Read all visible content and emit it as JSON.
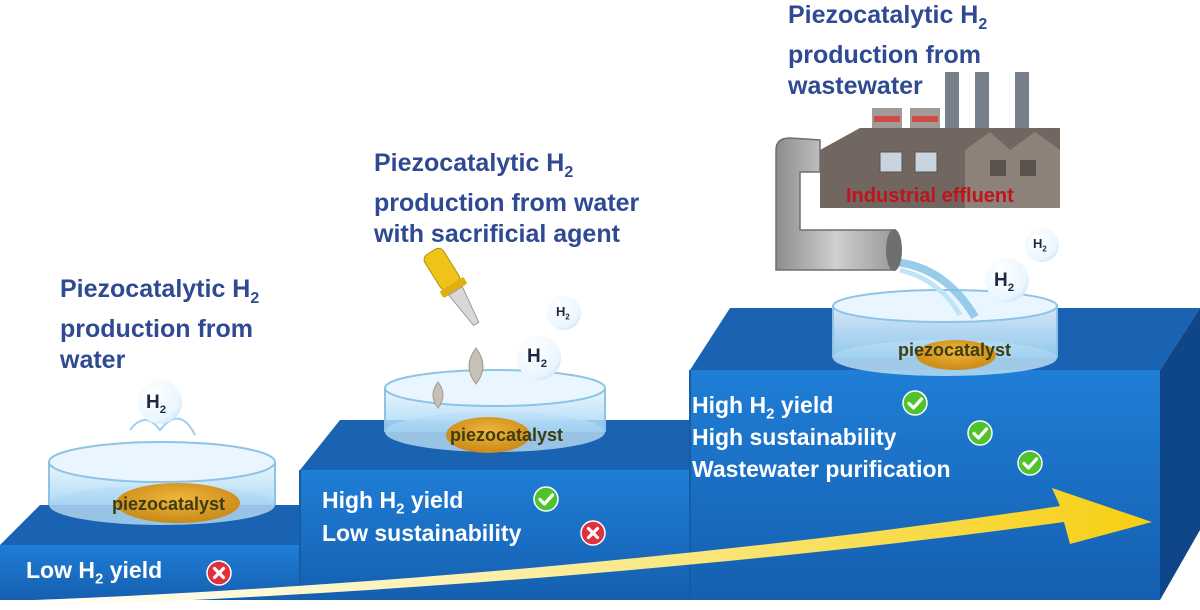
{
  "stage1": {
    "title_l1": "Piezocatalytic H",
    "title_l2": "production from",
    "title_l3": "water",
    "perk1": "Low H",
    "perk1_end": " yield",
    "perk1_status": "no"
  },
  "stage2": {
    "title_l1": "Piezocatalytic H",
    "title_l2": "production from water",
    "title_l3": "with sacrificial agent",
    "perk1": "High H",
    "perk1_end": " yield",
    "perk1_status": "yes",
    "perk2": "Low sustainability",
    "perk2_status": "no"
  },
  "stage3": {
    "title_l1": "Piezocatalytic H",
    "title_l2": "production from",
    "title_l3": "wastewater",
    "perk1": "High H",
    "perk1_end": " yield",
    "perk1_status": "yes",
    "perk2": "High sustainability",
    "perk2_status": "yes",
    "perk3": "Wastewater purification",
    "perk3_status": "yes"
  },
  "subscript": "2",
  "catalyst_label": "piezocatalyst",
  "bubble_h": "H",
  "factory_label": "Industrial  effluent",
  "colors": {
    "title": "#2f4a92",
    "step_top": "#1c66b4",
    "step_front": "#1b75cf",
    "step_side": "#0e4a8e",
    "arrow": "#f6d11a",
    "check": "#4fc32c",
    "cross": "#e0303e",
    "effluent": "#c0141b"
  }
}
